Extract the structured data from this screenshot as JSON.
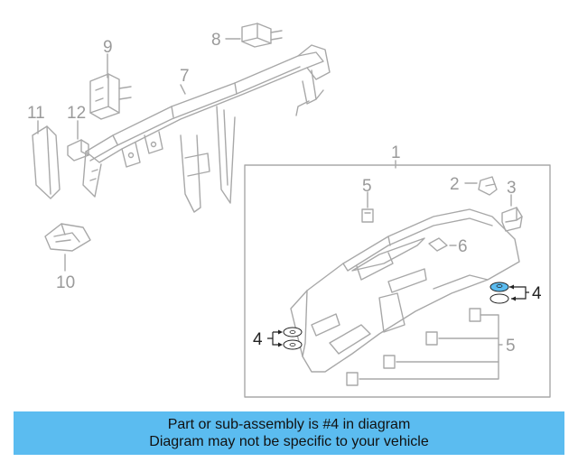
{
  "diagram": {
    "callouts": {
      "c1": "1",
      "c2": "2",
      "c3": "3",
      "c4_right": "4",
      "c4_left": "4",
      "c5_top": "5",
      "c5_right": "5",
      "c6": "6",
      "c7": "7",
      "c8": "8",
      "c9": "9",
      "c10": "10",
      "c11": "11",
      "c12": "12"
    },
    "highlight_color": "#5bbcf0"
  },
  "banner": {
    "line1": "Part or sub-assembly is #4 in diagram",
    "line2": "Diagram may not be specific to your vehicle",
    "background": "#5bbcf0"
  }
}
